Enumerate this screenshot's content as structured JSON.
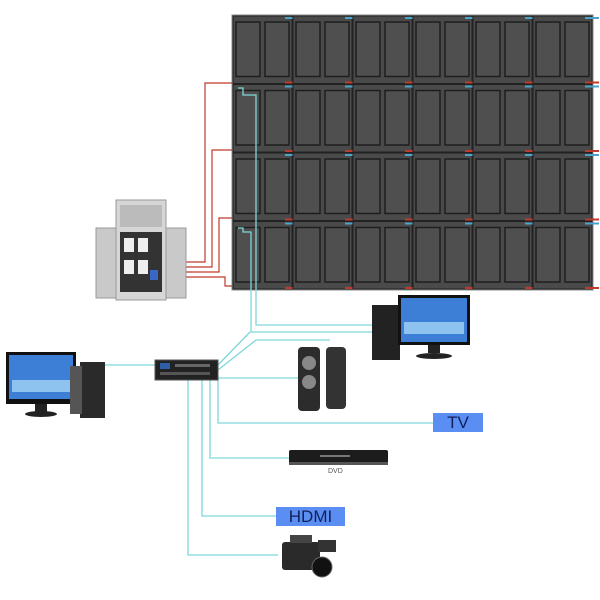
{
  "labels": {
    "tv": "TV",
    "hdmi": "HDMI",
    "dvd": "DVD"
  },
  "wall": {
    "columns": 6,
    "rows": 4
  },
  "colors": {
    "cable_signal": "#7fd6da",
    "cable_power": "#c0392b",
    "panel": "#4a4a4a",
    "label_bg": "#5b8ef2"
  }
}
